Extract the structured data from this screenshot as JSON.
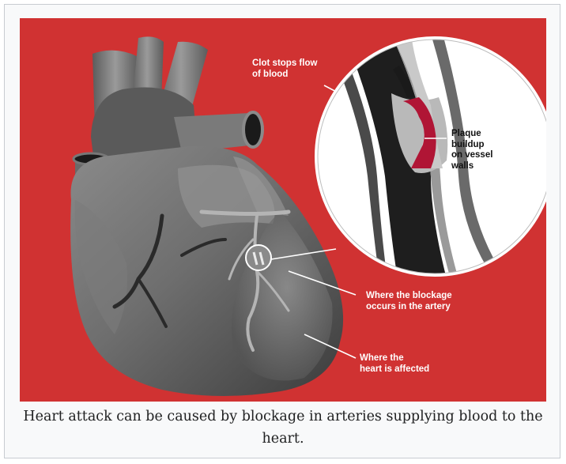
{
  "figure": {
    "labels": {
      "clot": "Clot stops flow\nof blood",
      "plaque": "Plaque\nbuildup\non vessel\nwalls",
      "blockage": "Where the blockage\noccurs in the artery",
      "affected": "Where the\nheart is affected"
    },
    "colors": {
      "background": "#d03232",
      "clot": "#b01535",
      "label_text": "#ffffff"
    }
  },
  "caption": "Heart attack can be caused by blockage in arteries supplying blood to the heart."
}
